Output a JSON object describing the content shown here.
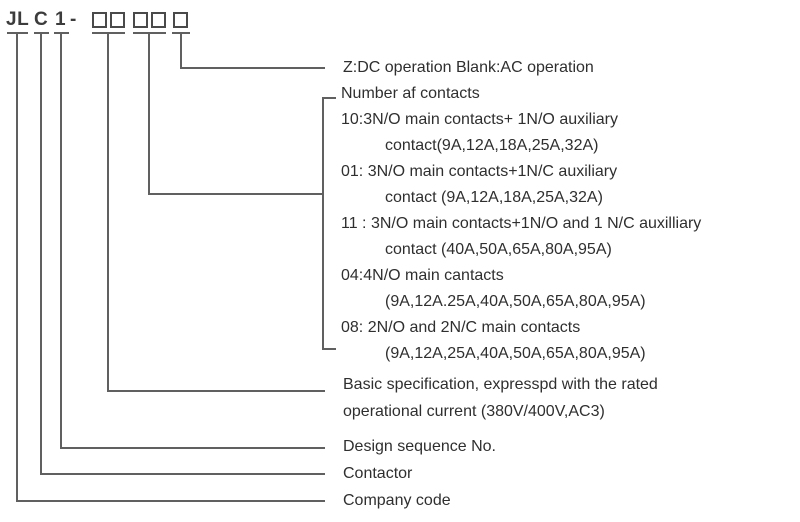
{
  "model_code": {
    "part1": "JL",
    "part2": "C",
    "part3": "1",
    "separator": "-"
  },
  "labels": {
    "dc_operation": "Z:DC operation Blank:AC operation",
    "basic_spec_line1": "Basic specification, expresspd with the rated",
    "basic_spec_line2": "operational current (380V/400V,AC3)",
    "design_sequence": "Design sequence No.",
    "contactor": "Contactor",
    "company_code": "Company code"
  },
  "contacts": {
    "title": "Number af contacts",
    "lines": [
      {
        "text": "10:3N/O main contacts+ 1N/O auxiliary"
      },
      {
        "text": "contact(9A,12A,18A,25A,32A)"
      },
      {
        "text": "01: 3N/O main contacts+1N/C auxiliary"
      },
      {
        "text": "contact (9A,12A,18A,25A,32A)"
      },
      {
        "text": "11 : 3N/O main contacts+1N/O and 1 N/C auxilliary"
      },
      {
        "text": "contact (40A,50A,65A,80A,95A)"
      },
      {
        "text": "04:4N/O main cantacts"
      },
      {
        "text": "(9A,12A.25A,40A,50A,65A,80A,95A)"
      },
      {
        "text": "08: 2N/O and 2N/C main contacts"
      },
      {
        "text": "(9A,12A,25A,40A,50A,65A,80A,95A)"
      }
    ]
  },
  "colors": {
    "line": "#606060",
    "text": "#2f2f2f",
    "box_border": "#4a4a4a"
  }
}
